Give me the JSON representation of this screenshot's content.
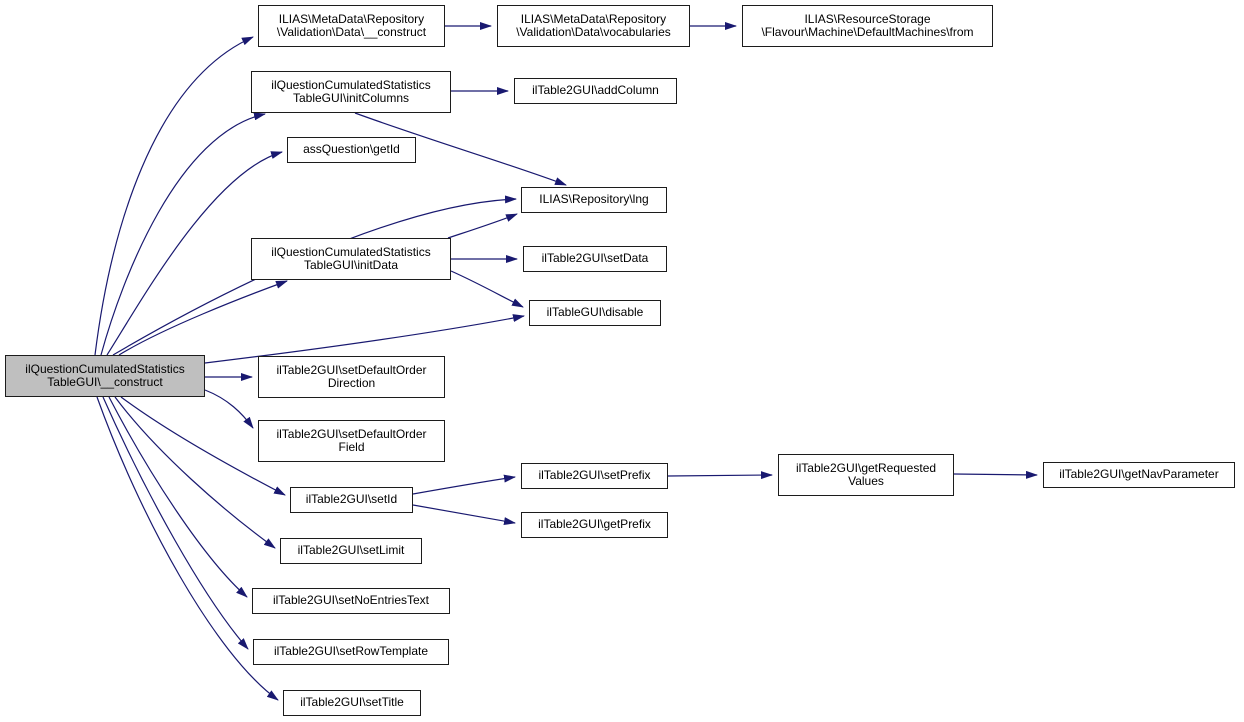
{
  "diagram": {
    "type": "call-graph",
    "colors": {
      "edge": "#191970",
      "node_fill": "#ffffff",
      "node_border": "#1c1c1c",
      "root_fill": "#bfbfbf",
      "text": "#000000",
      "background": "#ffffff"
    }
  },
  "nodes": [
    {
      "id": "root",
      "label": "ilQuestionCumulatedStatistics\nTableGUI\\__construct",
      "is_root": true
    },
    {
      "id": "md_construct",
      "label": "ILIAS\\MetaData\\Repository\n\\Validation\\Data\\__construct"
    },
    {
      "id": "md_vocabularies",
      "label": "ILIAS\\MetaData\\Repository\n\\Validation\\Data\\vocabularies"
    },
    {
      "id": "rs_from",
      "label": "ILIAS\\ResourceStorage\n\\Flavour\\Machine\\DefaultMachines\\from"
    },
    {
      "id": "init_columns",
      "label": "ilQuestionCumulatedStatistics\nTableGUI\\initColumns"
    },
    {
      "id": "add_column",
      "label": "ilTable2GUI\\addColumn"
    },
    {
      "id": "ass_get_id",
      "label": "assQuestion\\getId"
    },
    {
      "id": "lng",
      "label": "ILIAS\\Repository\\lng"
    },
    {
      "id": "init_data",
      "label": "ilQuestionCumulatedStatistics\nTableGUI\\initData"
    },
    {
      "id": "set_data",
      "label": "ilTable2GUI\\setData"
    },
    {
      "id": "disable",
      "label": "ilTableGUI\\disable"
    },
    {
      "id": "set_default_order_direction",
      "label": "ilTable2GUI\\setDefaultOrder\nDirection"
    },
    {
      "id": "set_default_order_field",
      "label": "ilTable2GUI\\setDefaultOrder\nField"
    },
    {
      "id": "set_id",
      "label": "ilTable2GUI\\setId"
    },
    {
      "id": "set_limit",
      "label": "ilTable2GUI\\setLimit"
    },
    {
      "id": "set_no_entries_text",
      "label": "ilTable2GUI\\setNoEntriesText"
    },
    {
      "id": "set_row_template",
      "label": "ilTable2GUI\\setRowTemplate"
    },
    {
      "id": "set_title",
      "label": "ilTable2GUI\\setTitle"
    },
    {
      "id": "set_prefix",
      "label": "ilTable2GUI\\setPrefix"
    },
    {
      "id": "get_prefix",
      "label": "ilTable2GUI\\getPrefix"
    },
    {
      "id": "get_requested_values",
      "label": "ilTable2GUI\\getRequested\nValues"
    },
    {
      "id": "get_nav_parameter",
      "label": "ilTable2GUI\\getNavParameter"
    }
  ],
  "edges": [
    {
      "from": "root",
      "to": "md_construct"
    },
    {
      "from": "root",
      "to": "init_columns"
    },
    {
      "from": "root",
      "to": "ass_get_id"
    },
    {
      "from": "root",
      "to": "lng"
    },
    {
      "from": "root",
      "to": "init_data"
    },
    {
      "from": "root",
      "to": "disable"
    },
    {
      "from": "root",
      "to": "set_default_order_direction"
    },
    {
      "from": "root",
      "to": "set_default_order_field"
    },
    {
      "from": "root",
      "to": "set_id"
    },
    {
      "from": "root",
      "to": "set_limit"
    },
    {
      "from": "root",
      "to": "set_no_entries_text"
    },
    {
      "from": "root",
      "to": "set_row_template"
    },
    {
      "from": "root",
      "to": "set_title"
    },
    {
      "from": "md_construct",
      "to": "md_vocabularies"
    },
    {
      "from": "md_vocabularies",
      "to": "rs_from"
    },
    {
      "from": "init_columns",
      "to": "add_column"
    },
    {
      "from": "init_columns",
      "to": "lng"
    },
    {
      "from": "init_data",
      "to": "lng"
    },
    {
      "from": "init_data",
      "to": "set_data"
    },
    {
      "from": "init_data",
      "to": "disable"
    },
    {
      "from": "set_id",
      "to": "set_prefix"
    },
    {
      "from": "set_id",
      "to": "get_prefix"
    },
    {
      "from": "set_prefix",
      "to": "get_requested_values"
    },
    {
      "from": "get_requested_values",
      "to": "get_nav_parameter"
    }
  ]
}
